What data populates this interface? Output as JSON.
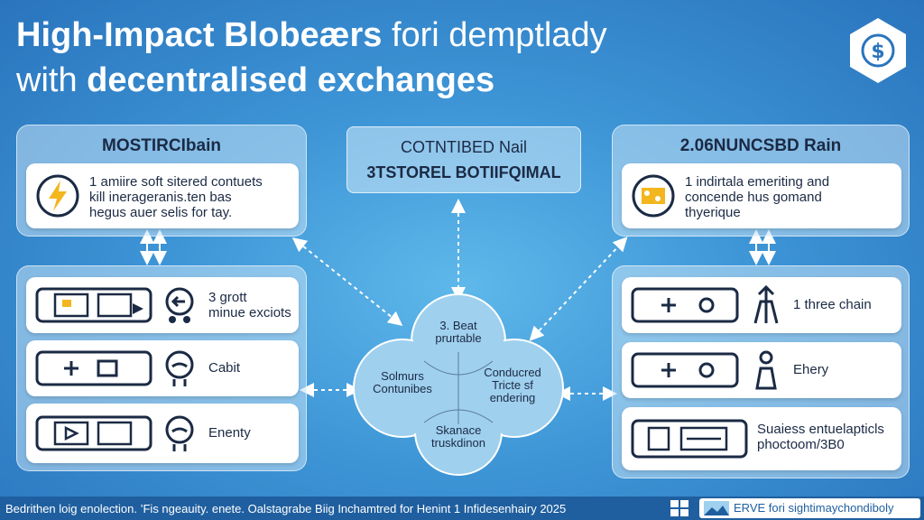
{
  "header": {
    "title_strong": "High-Impact Blobeærs",
    "title_light": "fori demptlady",
    "subtitle_light": "with",
    "subtitle_strong": "decentralised exchanges"
  },
  "left_panel": {
    "title": "MOSTIRCIbain",
    "card_lines": [
      "1 amiire soft sitered contuets",
      "kill inerageranis.ten bas",
      "hegus auer selis for tay."
    ],
    "rows": [
      {
        "line1": "3 grott",
        "line2": "minue exciots"
      },
      {
        "line1": "Cabit",
        "line2": ""
      },
      {
        "line1": "Enenty",
        "line2": ""
      }
    ]
  },
  "center_box": {
    "line1": "COTNTIBED Nail",
    "line2": "3TSTOREL BOTIIFQIMAL"
  },
  "right_panel": {
    "title": "2.06NUNCSBD Rain",
    "card_lines": [
      "1 indirtala emeriting and",
      "concende hus gomand",
      "thyerique"
    ],
    "rows": [
      {
        "line1": "1 three chain",
        "line2": ""
      },
      {
        "line1": "Ehery",
        "line2": ""
      },
      {
        "line1": "Suaiess entuelapticls",
        "line2": "phoctoom/3B0"
      }
    ]
  },
  "cloud": {
    "top_line1": "3. Beat",
    "top_line2": "prurtable",
    "left_line1": "Solmurs",
    "left_line2": "Contunibes",
    "right_line1": "Conducred",
    "right_line2": "Tricte sf",
    "right_line3": "endering",
    "bottom_line1": "Skanace",
    "bottom_line2": "truskdinon"
  },
  "footer": {
    "left_text": "Bedrithen loig enolection. ’Fis ngeauity. enete. Oalstagrabe Biig Inchamtred for Henint 1 Infidesenhairy 2025",
    "right_text": "ERVE fori sightimaychondiboly"
  },
  "colors": {
    "accent": "#2a74bd",
    "footer": "#1f5f9f",
    "icon_yellow": "#f3b61f",
    "dark": "#1b2a44"
  }
}
